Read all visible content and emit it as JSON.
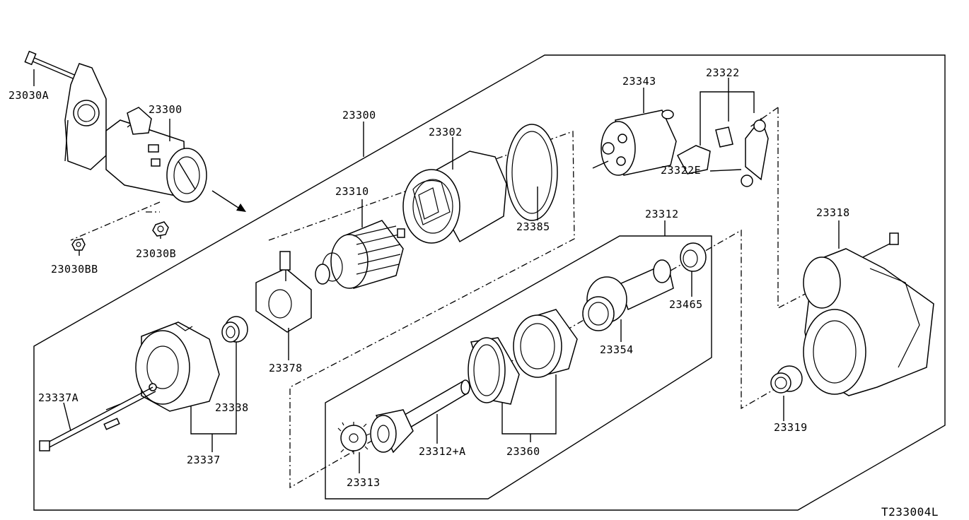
{
  "diagram": {
    "code": "T233004L",
    "parts": {
      "p23030A": "23030A",
      "p23300_top": "23300",
      "p23030B": "23030B",
      "p23030BB": "23030BB",
      "p23300": "23300",
      "p23302": "23302",
      "p23310": "23310",
      "p23385": "23385",
      "p23343": "23343",
      "p23322": "23322",
      "p23322E": "23322E",
      "p23312": "23312",
      "p23318": "23318",
      "p23465": "23465",
      "p23354": "23354",
      "p23378": "23378",
      "p23337A": "23337A",
      "p23338": "23338",
      "p23337": "23337",
      "p23312A": "23312+A",
      "p23360": "23360",
      "p23313": "23313",
      "p23319": "23319"
    }
  }
}
